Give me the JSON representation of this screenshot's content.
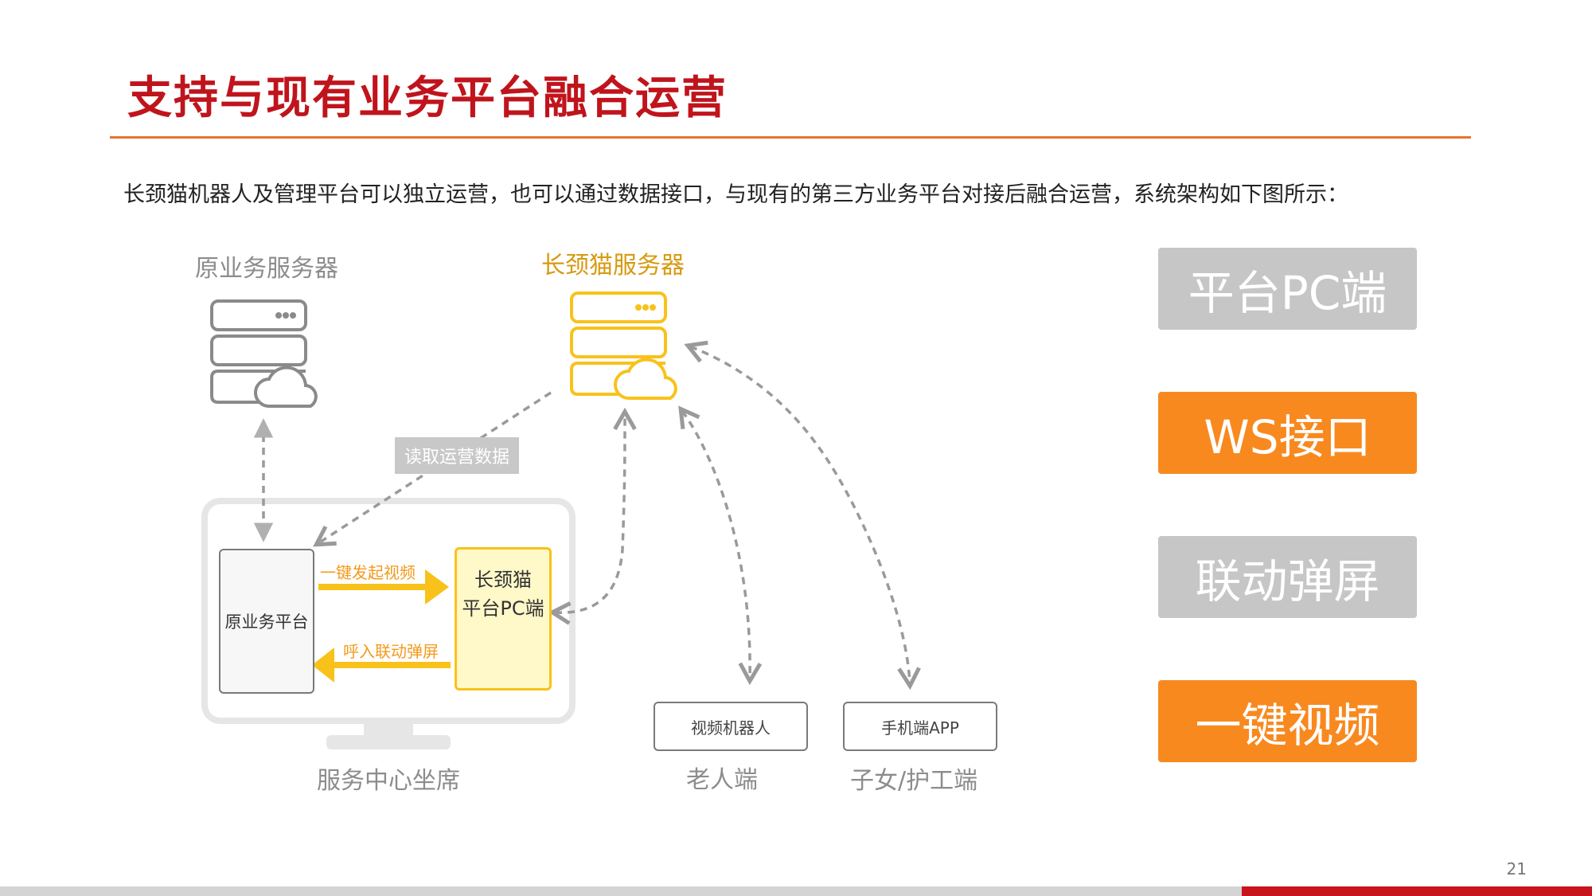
{
  "title": "支持与现有业务平台融合运营",
  "intro": "长颈猫机器人及管理平台可以独立运营，也可以通过数据接口，与现有的第三方业务平台对接后融合运营，系统架构如下图所示：",
  "diagram": {
    "original_server_label": "原业务服务器",
    "cat_server_label": "长颈猫服务器",
    "read_data_tag": "读取运营数据",
    "original_platform_label": "原业务平台",
    "cat_pc_line1": "长颈猫",
    "cat_pc_line2": "平台PC端",
    "arrow_video_label": "一键发起视频",
    "arrow_popup_label": "呼入联动弹屏",
    "service_center_label": "服务中心坐席",
    "video_robot_label": "视频机器人",
    "elder_label": "老人端",
    "mobile_app_label": "手机端APP",
    "family_label": "子女/护工端"
  },
  "features": [
    "平台PC端",
    "WS接口",
    "联动弹屏",
    "一键视频"
  ],
  "page_number": "21",
  "colors": {
    "title": "#c0141c",
    "accent_orange": "#f8891f",
    "gold": "#f8c21b",
    "gray": "#c6c6c6"
  }
}
